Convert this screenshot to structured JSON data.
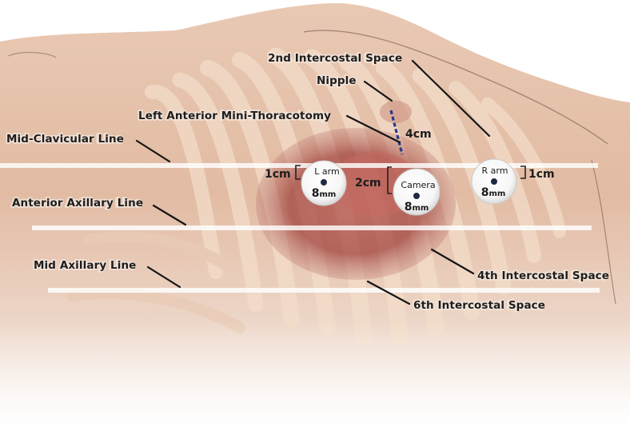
{
  "labels": {
    "intercostal_2nd": "2nd Intercostal Space",
    "nipple": "Nipple",
    "mini_thoracotomy": "Left Anterior Mini-Thoracotomy",
    "mid_clavicular": "Mid-Clavicular Line",
    "anterior_axillary": "Anterior Axillary Line",
    "mid_axillary": "Mid Axillary Line",
    "intercostal_4th": "4th Intercostal Space",
    "intercostal_6th": "6th Intercostal Space"
  },
  "measurements": {
    "incision": "4cm",
    "l_arm": "1cm",
    "camera": "2cm",
    "r_arm": "1cm"
  },
  "ports": {
    "l_arm": {
      "name": "L arm",
      "size_number": "8",
      "size_unit": "mm"
    },
    "camera": {
      "name": "Camera",
      "size_number": "8",
      "size_unit": "mm"
    },
    "r_arm": {
      "name": "R arm",
      "size_number": "8",
      "size_unit": "mm"
    }
  },
  "colors": {
    "skin": "#e2bba3",
    "heart": "#9d3d38",
    "incision": "#2a3a8c",
    "port_dot": "#1f2a44"
  }
}
